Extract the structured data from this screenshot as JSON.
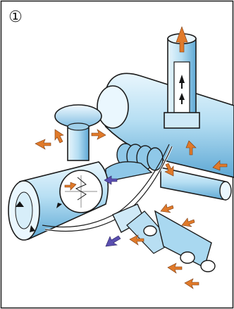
{
  "figure": {
    "step_label": "①",
    "colors": {
      "pipe_light": "#dff1fb",
      "pipe_mid": "#a9d8f0",
      "pipe_dark": "#5da9d6",
      "outline": "#1b1b1b",
      "arrow_orange": "#e07a2a",
      "arrow_purple": "#5a4fb0",
      "arrow_black": "#151515"
    },
    "icons": [
      "step-number-circle",
      "flow-arrow-orange",
      "flow-arrow-purple",
      "flow-arrow-black"
    ]
  }
}
